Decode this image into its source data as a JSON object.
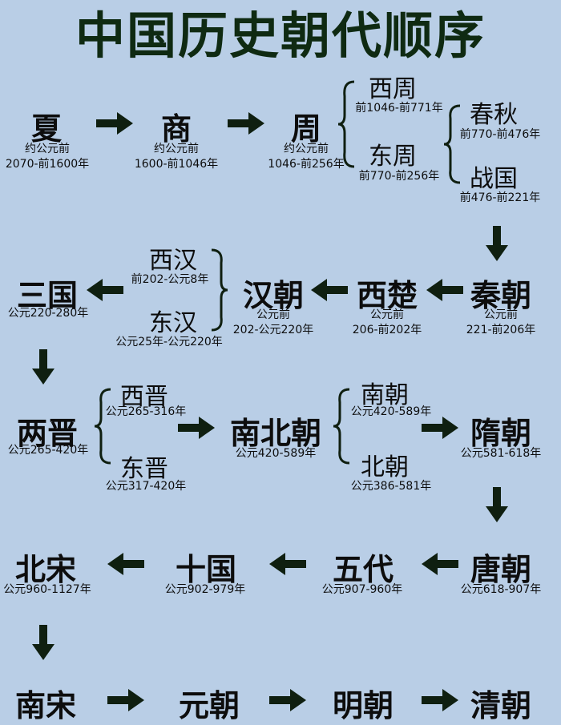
{
  "title": "中国历史朝代顺序",
  "row1": {
    "xia": {
      "name": "夏",
      "prefix": "约公元前",
      "years": "2070-前1600年"
    },
    "shang": {
      "name": "商",
      "prefix": "约公元前",
      "years": "1600-前1046年"
    },
    "zhou": {
      "name": "周",
      "prefix": "约公元前",
      "years": "1046-前256年"
    },
    "xizhou": {
      "name": "西周",
      "years": "前1046-前771年"
    },
    "dongzhou": {
      "name": "东周",
      "years": "前770-前256年"
    },
    "chunqiu": {
      "name": "春秋",
      "years": "前770-前476年"
    },
    "zhanguo": {
      "name": "战国",
      "years": "前476-前221年"
    }
  },
  "row2": {
    "qin": {
      "name": "秦朝",
      "prefix": "公元前",
      "years": "221-前206年"
    },
    "xichu": {
      "name": "西楚",
      "prefix": "公元前",
      "years": "206-前202年"
    },
    "han": {
      "name": "汉朝",
      "prefix": "公元前",
      "years": "202-公元220年"
    },
    "xihan": {
      "name": "西汉",
      "years": "前202-公元8年"
    },
    "donghan": {
      "name": "东汉",
      "years": "公元25年-公元220年"
    },
    "sanguo": {
      "name": "三国",
      "years": "公元220-280年"
    }
  },
  "row3": {
    "liangjin": {
      "name": "两晋",
      "years": "公元265-420年"
    },
    "xijin": {
      "name": "西晋",
      "years": "公元265-316年"
    },
    "dongjin": {
      "name": "东晋",
      "years": "公元317-420年"
    },
    "nanbei": {
      "name": "南北朝",
      "years": "公元420-589年"
    },
    "nanchao": {
      "name": "南朝",
      "years": "公元420-589年"
    },
    "beichao": {
      "name": "北朝",
      "years": "公元386-581年"
    },
    "sui": {
      "name": "隋朝",
      "years": "公元581-618年"
    }
  },
  "row4": {
    "tang": {
      "name": "唐朝",
      "years": "公元618-907年"
    },
    "wudai": {
      "name": "五代",
      "years": "公元907-960年"
    },
    "shiguo": {
      "name": "十国",
      "years": "公元902-979年"
    },
    "beisong": {
      "name": "北宋",
      "years": "公元960-1127年"
    }
  },
  "row5": {
    "nansong": {
      "name": "南宋"
    },
    "yuan": {
      "name": "元朝"
    },
    "ming": {
      "name": "明朝"
    },
    "qing": {
      "name": "清朝"
    }
  }
}
